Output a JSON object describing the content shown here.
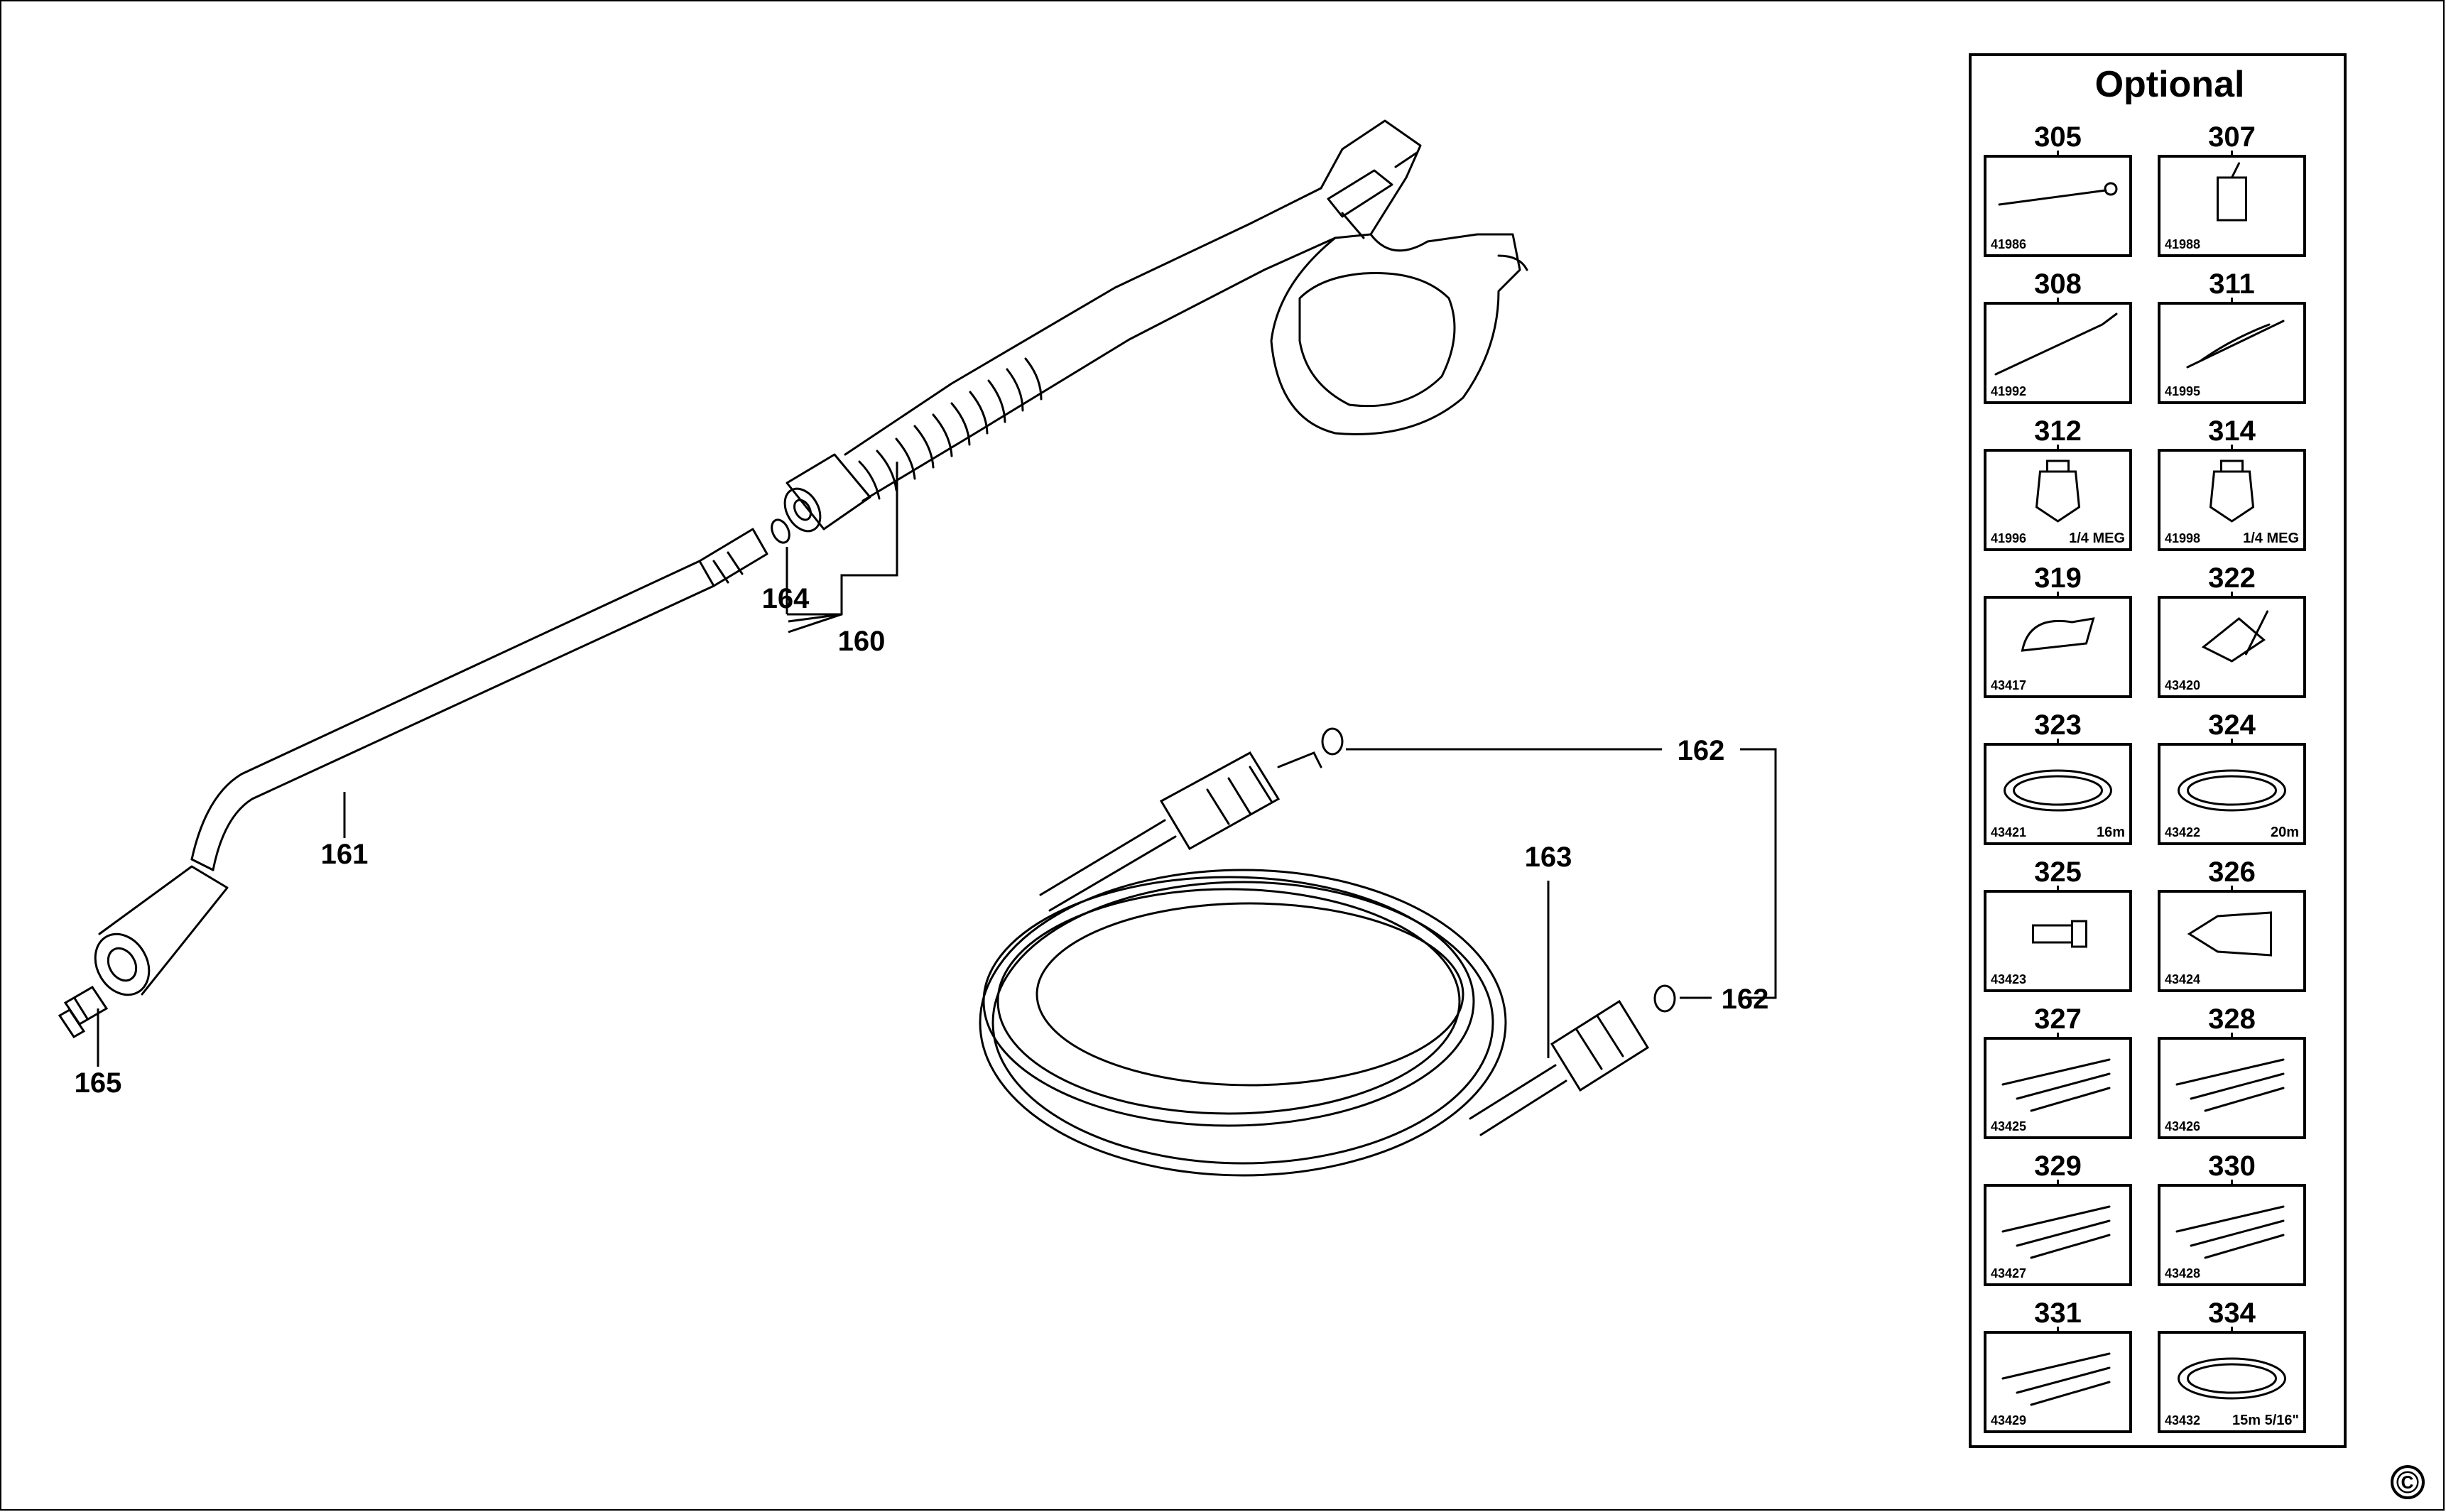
{
  "callouts": {
    "p160": "160",
    "p161": "161",
    "p162a": "162",
    "p162b": "162",
    "p163": "163",
    "p164": "164",
    "p165": "165"
  },
  "optional": {
    "title": "Optional",
    "items": [
      {
        "number": "305",
        "code": "41986",
        "note": ""
      },
      {
        "number": "307",
        "code": "41988",
        "note": ""
      },
      {
        "number": "308",
        "code": "41992",
        "note": ""
      },
      {
        "number": "311",
        "code": "41995",
        "note": ""
      },
      {
        "number": "312",
        "code": "41996",
        "note": "1/4 MEG"
      },
      {
        "number": "314",
        "code": "41998",
        "note": "1/4 MEG"
      },
      {
        "number": "319",
        "code": "43417",
        "note": ""
      },
      {
        "number": "322",
        "code": "43420",
        "note": ""
      },
      {
        "number": "323",
        "code": "43421",
        "note": "16m"
      },
      {
        "number": "324",
        "code": "43422",
        "note": "20m"
      },
      {
        "number": "325",
        "code": "43423",
        "note": ""
      },
      {
        "number": "326",
        "code": "43424",
        "note": ""
      },
      {
        "number": "327",
        "code": "43425",
        "note": ""
      },
      {
        "number": "328",
        "code": "43426",
        "note": ""
      },
      {
        "number": "329",
        "code": "43427",
        "note": ""
      },
      {
        "number": "330",
        "code": "43428",
        "note": ""
      },
      {
        "number": "331",
        "code": "43429",
        "note": ""
      },
      {
        "number": "334",
        "code": "43432",
        "note": "15m 5/16\""
      }
    ]
  },
  "copyright_symbol": "©"
}
